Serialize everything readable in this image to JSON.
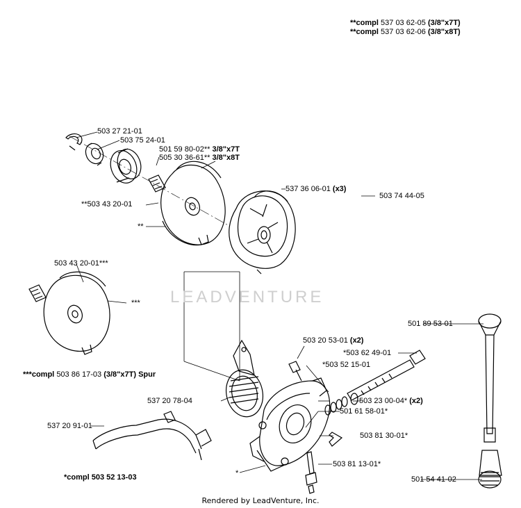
{
  "header": {
    "kit_line_1": {
      "prefix": "**compl",
      "num": "537 03 62-05",
      "spec": "(3/8\"x7T)"
    },
    "kit_line_2": {
      "prefix": "**compl",
      "num": "537 03 62-06",
      "spec": "(3/8\"x8T)"
    }
  },
  "watermark": "LEADVENTURE",
  "footer": "Rendered by LeadVenture, Inc.",
  "labels": {
    "p1": "503 27 21-01",
    "p2": "503 75 24-01",
    "p3a": "501 59 80-02**",
    "p3a_spec": "3/8\"x7T",
    "p3b": "505 30 36-61**",
    "p3b_spec": "3/8\"x8T",
    "p4": "537 36 06-01",
    "p4_qty": "(x3)",
    "p5": "503 74 44-05",
    "p6": "**503 43 20-01",
    "p7": "**",
    "p8": "503 43 20-01***",
    "p9": "***",
    "p10_prefix": "***compl",
    "p10": "503 86 17-03",
    "p10_spec": "(3/8\"x7T) Spur",
    "p11": "501 89 53-01",
    "p12": "503 20 53-01",
    "p12_qty": "(x2)",
    "p13": "*503 62 49-01",
    "p14": "*503 52 15-01",
    "p15": "537 20 78-04",
    "p16": "503 23 00-04*",
    "p16_qty": "(x2)",
    "p17": "501 61 58-01*",
    "p18": "537 20 91-01",
    "p19": "503 81 30-01*",
    "p20": "503 81 13-01*",
    "p21": "*",
    "p22": "*compl 503 52 13-03",
    "p23": "501 54 41-02"
  }
}
